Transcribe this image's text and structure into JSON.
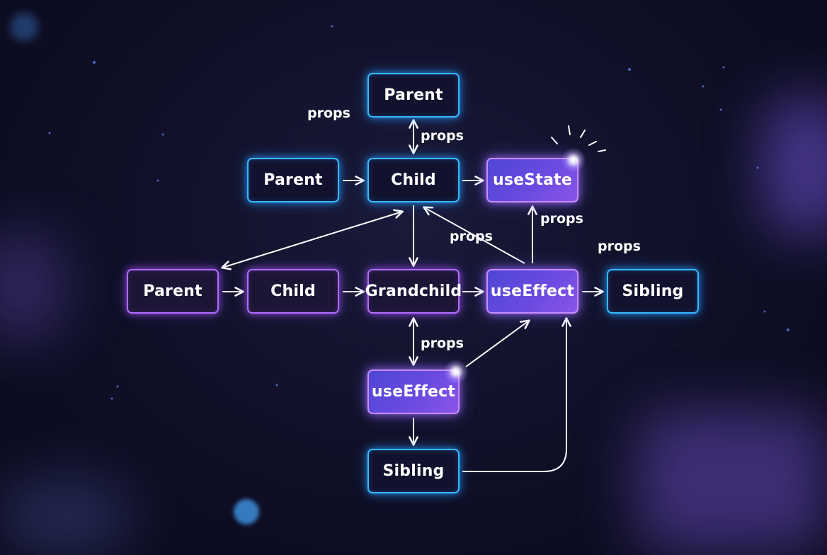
{
  "nodes": {
    "top_parent": "Parent",
    "row2_parent": "Parent",
    "row2_child": "Child",
    "row2_usestate": "useState",
    "row3_parent": "Parent",
    "row3_child": "Child",
    "row3_grandchild": "Grandchild",
    "row3_useeffect": "useEffect",
    "row3_sibling": "Sibling",
    "row4_useeffect": "useEffect",
    "row5_sibling": "Sibling"
  },
  "edge_labels": {
    "floating_props": "props",
    "parent_child_props": "props",
    "usestate_props": "props",
    "diagonal_props": "props",
    "sibling_props": "props",
    "grandchild_props": "props"
  },
  "colors": {
    "blue_border": "#38b8ff",
    "violet_border": "#b06cff",
    "filled_gradient_start": "#4e46d6",
    "filled_gradient_end": "#8a55e8",
    "background": "#0f0f26"
  }
}
